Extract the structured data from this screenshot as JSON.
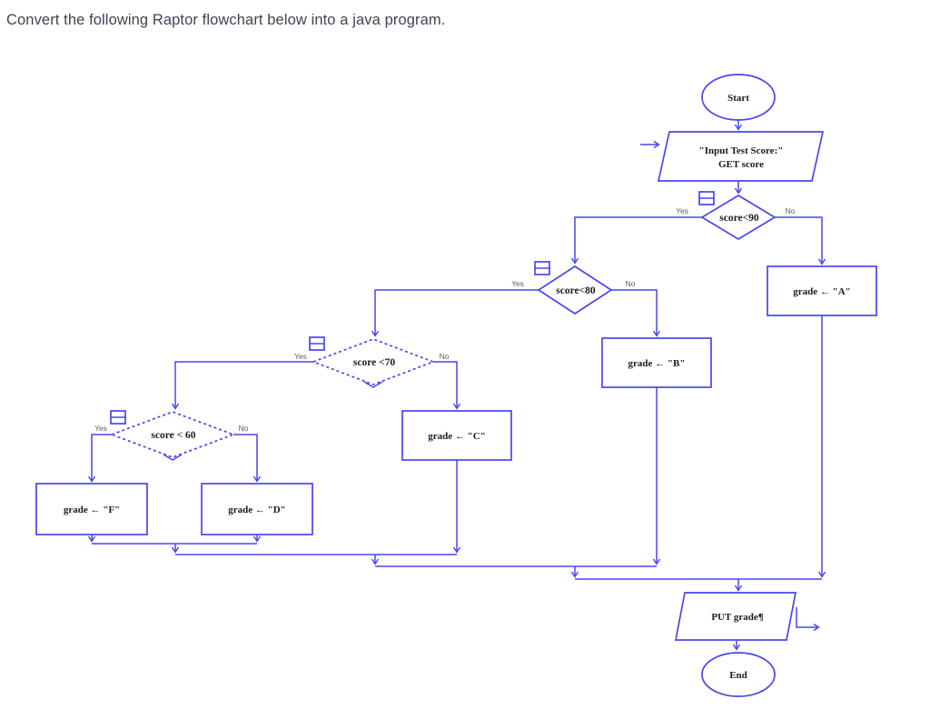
{
  "title": "Convert the following Raptor flowchart below into a java program.",
  "colors": {
    "line_blue": "#4747ec",
    "node_text": "#1b1b1b",
    "branch_label": "#5c5c5c",
    "title_text": "#3d4551"
  },
  "icons": {
    "collapse": "collapse-box",
    "input_arrow": "right-arrow",
    "output_arrow": "right-arrow"
  },
  "flowchart": {
    "start": {
      "label": "Start"
    },
    "input": {
      "line1": "\"Input Test Score:\"",
      "line2": "GET score"
    },
    "decisions": [
      {
        "label": "score<90",
        "yes": "Yes",
        "no": "No"
      },
      {
        "label": "score<80",
        "yes": "Yes",
        "no": "No"
      },
      {
        "label": "score <70",
        "yes": "Yes",
        "no": "No"
      },
      {
        "label": "score < 60",
        "yes": "Yes",
        "no": "No"
      }
    ],
    "assignments": [
      {
        "label": "grade ← \"A\""
      },
      {
        "label": "grade ← \"B\""
      },
      {
        "label": "grade ← \"C\""
      },
      {
        "label": "grade ← \"D\""
      },
      {
        "label": "grade ← \"F\""
      }
    ],
    "output": {
      "label": "PUT grade¶"
    },
    "end": {
      "label": "End"
    }
  }
}
